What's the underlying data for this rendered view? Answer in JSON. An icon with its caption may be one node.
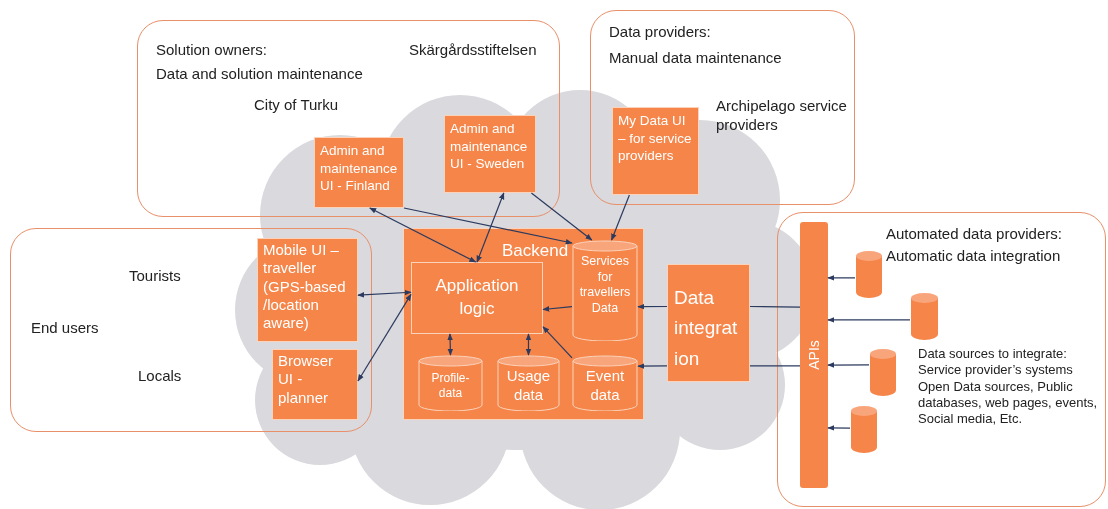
{
  "diagram": {
    "nodes": [
      {
        "text": [
          "Solution owners:",
          "Data and solution maintenance",
          "Skärgårdsstiftelsen",
          "City of Turku"
        ]
      },
      {
        "text": [
          "Data providers:",
          "Manual data maintenance",
          "Archipelago service providers"
        ]
      },
      {
        "text": [
          "Tourists",
          "End users",
          "Locals"
        ]
      },
      {
        "text": [
          "Automated data providers:",
          "Automatic data integration",
          "Data sources to integrate: Service provider’s systems Open Data sources, Public databases, web pages, events, Social media, Etc."
        ]
      },
      {
        "text": [
          "Admin and maintenance UI - Finland"
        ],
        "in": 0
      },
      {
        "text": [
          "Admin and maintenance UI - Sweden"
        ],
        "in": 0
      },
      {
        "text": [
          "My Data UI – for service providers"
        ],
        "in": 1
      },
      {
        "text": [
          "Mobile UI – traveller (GPS-based /location aware)"
        ],
        "in": 2
      },
      {
        "text": [
          "Browser UI - planner"
        ],
        "in": 2
      },
      {
        "text": [
          "Backend"
        ]
      },
      {
        "text": [
          "Application logic"
        ],
        "in": 9
      },
      {
        "text": [
          "Services for travellers Data"
        ],
        "in": 9
      },
      {
        "text": [
          "Profile-data"
        ],
        "in": 9
      },
      {
        "text": [
          "Usage data"
        ],
        "in": 9
      },
      {
        "text": [
          "Event data"
        ],
        "in": 9
      },
      {
        "text": [
          "Data integration"
        ]
      },
      {
        "text": [
          "APIs"
        ],
        "in": 3
      },
      {
        "text": [],
        "shape": "cylinder",
        "in": 3
      },
      {
        "text": [],
        "shape": "cylinder",
        "in": 3
      },
      {
        "text": [],
        "shape": "cylinder",
        "in": 3
      },
      {
        "text": [],
        "shape": "cylinder",
        "in": 3
      }
    ],
    "edges": [
      {
        "from": 4,
        "to": 10,
        "arrow": "both"
      },
      {
        "from": 4,
        "to": 11,
        "arrow": "to"
      },
      {
        "from": 5,
        "to": 10,
        "arrow": "both"
      },
      {
        "from": 5,
        "to": 11,
        "arrow": "to"
      },
      {
        "from": 6,
        "to": 11,
        "arrow": "to"
      },
      {
        "from": 7,
        "to": 10,
        "arrow": "both"
      },
      {
        "from": 8,
        "to": 10,
        "arrow": "both"
      },
      {
        "from": 11,
        "to": 10,
        "arrow": "to"
      },
      {
        "from": 12,
        "to": 10,
        "arrow": "both"
      },
      {
        "from": 13,
        "to": 10,
        "arrow": "both"
      },
      {
        "from": 14,
        "to": 10,
        "arrow": "to"
      },
      {
        "from": 16,
        "to": 15,
        "arrow": "none"
      },
      {
        "from": 15,
        "to": 11,
        "arrow": "to"
      },
      {
        "from": 16,
        "to": 15,
        "arrow": "none"
      },
      {
        "from": 15,
        "to": 14,
        "arrow": "to"
      },
      {
        "from": 17,
        "to": 16,
        "arrow": "to"
      },
      {
        "from": 18,
        "to": 16,
        "arrow": "to"
      },
      {
        "from": 19,
        "to": 16,
        "arrow": "to"
      },
      {
        "from": 20,
        "to": 16,
        "arrow": "to"
      }
    ]
  }
}
